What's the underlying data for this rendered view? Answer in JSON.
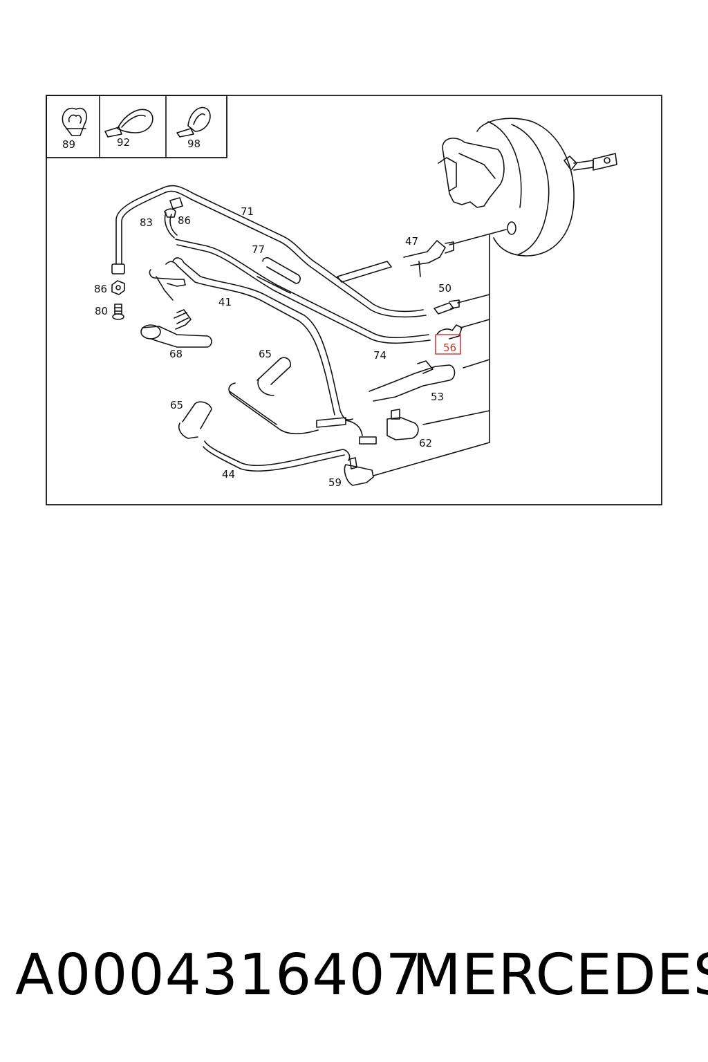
{
  "legend_parts": [
    "89",
    "92",
    "98"
  ],
  "callouts": {
    "c71": "71",
    "c83": "83",
    "c86a": "86",
    "c77": "77",
    "c47": "47",
    "c86b": "86",
    "c80": "80",
    "c41": "41",
    "c50": "50",
    "c68": "68",
    "c74": "74",
    "c56": "56",
    "c65a": "65",
    "c53": "53",
    "c65b": "65",
    "c62": "62",
    "c44": "44",
    "c59": "59"
  },
  "highlighted_callout": "56",
  "colors": {
    "line": "#111111",
    "highlight": "#d23b3b"
  },
  "footer": {
    "part_number": "A0004316407",
    "brand": "MERCEDES"
  }
}
